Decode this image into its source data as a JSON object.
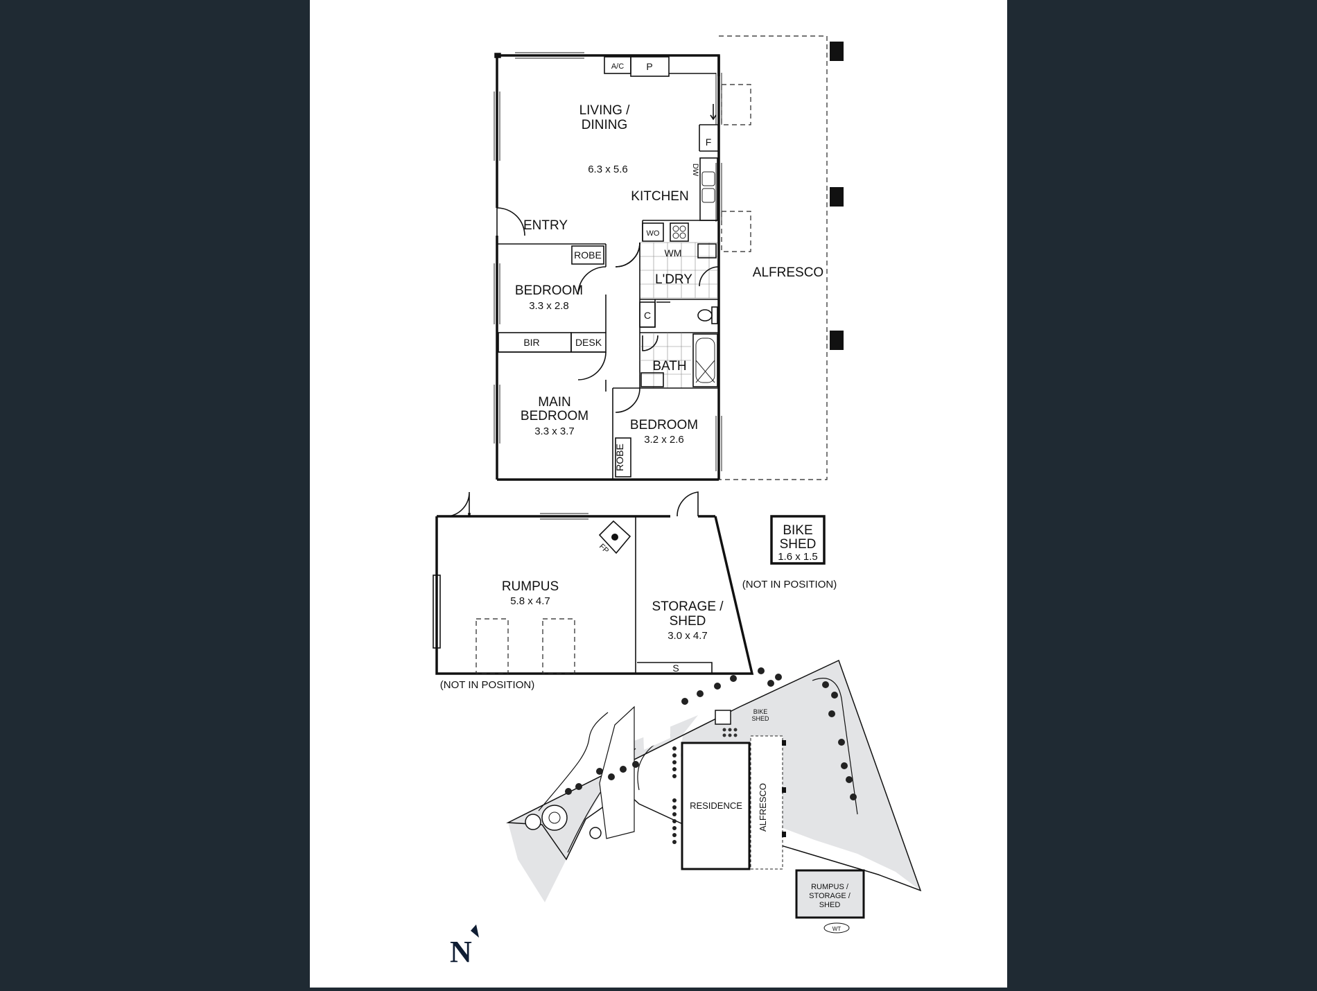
{
  "floorplan": {
    "rooms": {
      "living": {
        "name_l1": "LIVING /",
        "name_l2": "DINING",
        "size": "6.3 x 5.6"
      },
      "kitchen": {
        "name": "KITCHEN"
      },
      "entry": {
        "name": "ENTRY"
      },
      "laundry": {
        "name": "L'DRY"
      },
      "alfresco": {
        "name": "ALFRESCO"
      },
      "bedroom1": {
        "name": "BEDROOM",
        "size": "3.3 x 2.8"
      },
      "main_bedroom": {
        "name_l1": "MAIN",
        "name_l2": "BEDROOM",
        "size": "3.3 x 3.7"
      },
      "bedroom2": {
        "name": "BEDROOM",
        "size": "3.2 x 2.6"
      },
      "bath": {
        "name": "BATH"
      },
      "rumpus": {
        "name": "RUMPUS",
        "size": "5.8 x 4.7"
      },
      "storage": {
        "name_l1": "STORAGE /",
        "name_l2": "SHED",
        "size": "3.0 x 4.7"
      },
      "bike_shed": {
        "name_l1": "BIKE",
        "name_l2": "SHED",
        "size": "1.6 x 1.5"
      }
    },
    "fixtures": {
      "ac": "A/C",
      "pantry": "P",
      "fridge": "F",
      "dishwasher": "DW",
      "wall_oven": "WO",
      "washing_machine": "WM",
      "robe": "ROBE",
      "bir": "BIR",
      "desk": "DESK",
      "cupboard": "C",
      "shelf": "S",
      "fireplace": "FP",
      "water_tank": "WT"
    },
    "notes": {
      "bike_not_in_position": "(NOT IN POSITION)",
      "rumpus_not_in_position": "(NOT IN POSITION)"
    }
  },
  "site_plan": {
    "residence": "RESIDENCE",
    "alfresco": "ALFRESCO",
    "bike_l1": "BIKE",
    "bike_l2": "SHED",
    "rumpus_l1": "RUMPUS /",
    "rumpus_l2": "STORAGE /",
    "rumpus_l3": "SHED",
    "water_tank": "WT"
  },
  "north_label": "N",
  "colors": {
    "background": "#1f2a33",
    "sheet": "#ffffff",
    "landscape": "#e3e4e6",
    "ink": "#111111"
  }
}
